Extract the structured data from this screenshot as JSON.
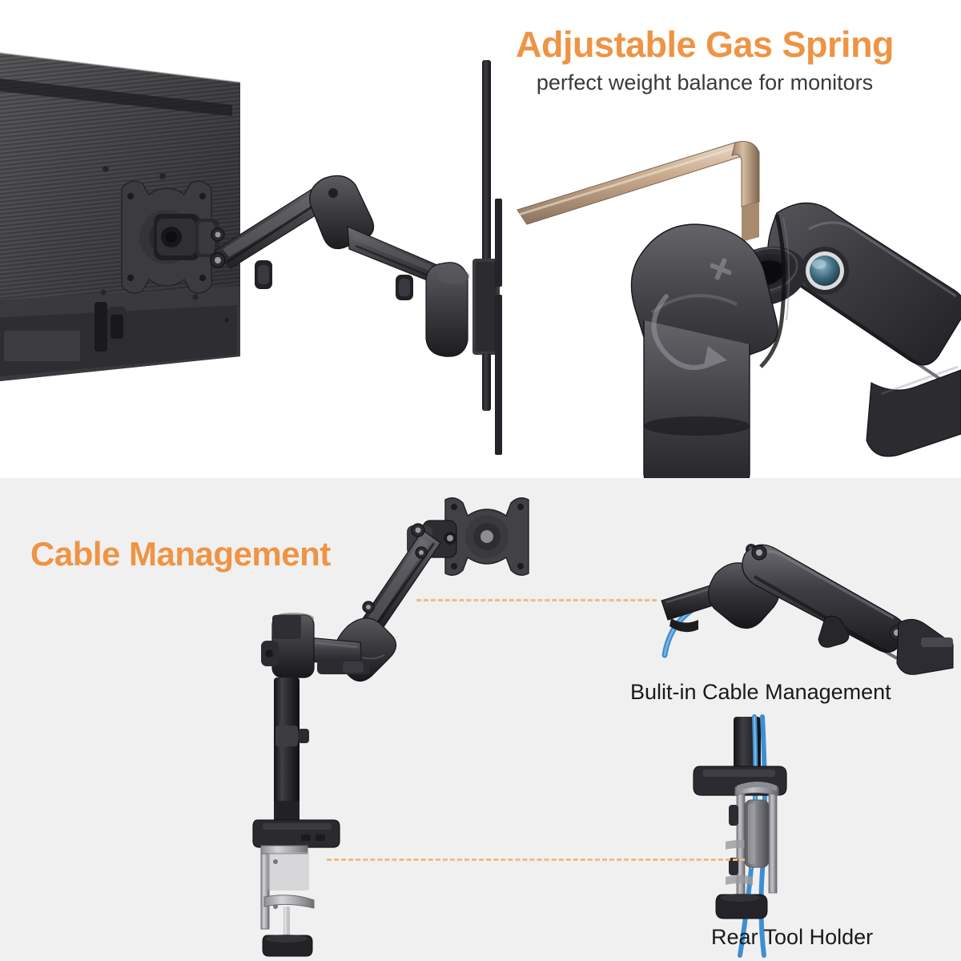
{
  "page": {
    "background_top": "#ffffff",
    "background_bottom": "#f0f0f0",
    "accent_color": "#ee9444",
    "dash_color": "#f0bc84",
    "cable_color": "#3f8fd0",
    "metal_color": "#c9ab8e"
  },
  "top_section": {
    "headline": "Adjustable Gas Spring",
    "subheadline": "perfect weight balance for monitors",
    "left_photo": {
      "name": "monitor-on-gas-spring-arm",
      "description": "rear view of a monitor mounted on an articulating gas spring arm attached to a vertical post"
    },
    "right_photo": {
      "name": "hex-key-tension-adjustment",
      "description": "close-up of an allen hex key inserted into the gas spring tension adjustment port on the arm joint",
      "molded_symbol": "rotate-plus-icon"
    }
  },
  "bottom_section": {
    "section_title": "Cable Management",
    "main_photo": {
      "name": "full-monitor-arm-with-desk-clamp",
      "description": "complete single monitor arm with VESA plate, gas spring arm, vertical pole and C-clamp desk mount"
    },
    "callouts": [
      {
        "id": "cable-management",
        "label": "Bulit-in Cable Management",
        "photo_name": "arm-with-routed-blue-cable",
        "description": "arm segment with a blue cable routed underneath through built-in clips"
      },
      {
        "id": "rear-tool-holder",
        "label": "Rear Tool Holder",
        "photo_name": "clamp-with-cable-channel",
        "description": "desk clamp base with blue cables passing through the rear channel / tool holder"
      }
    ]
  }
}
